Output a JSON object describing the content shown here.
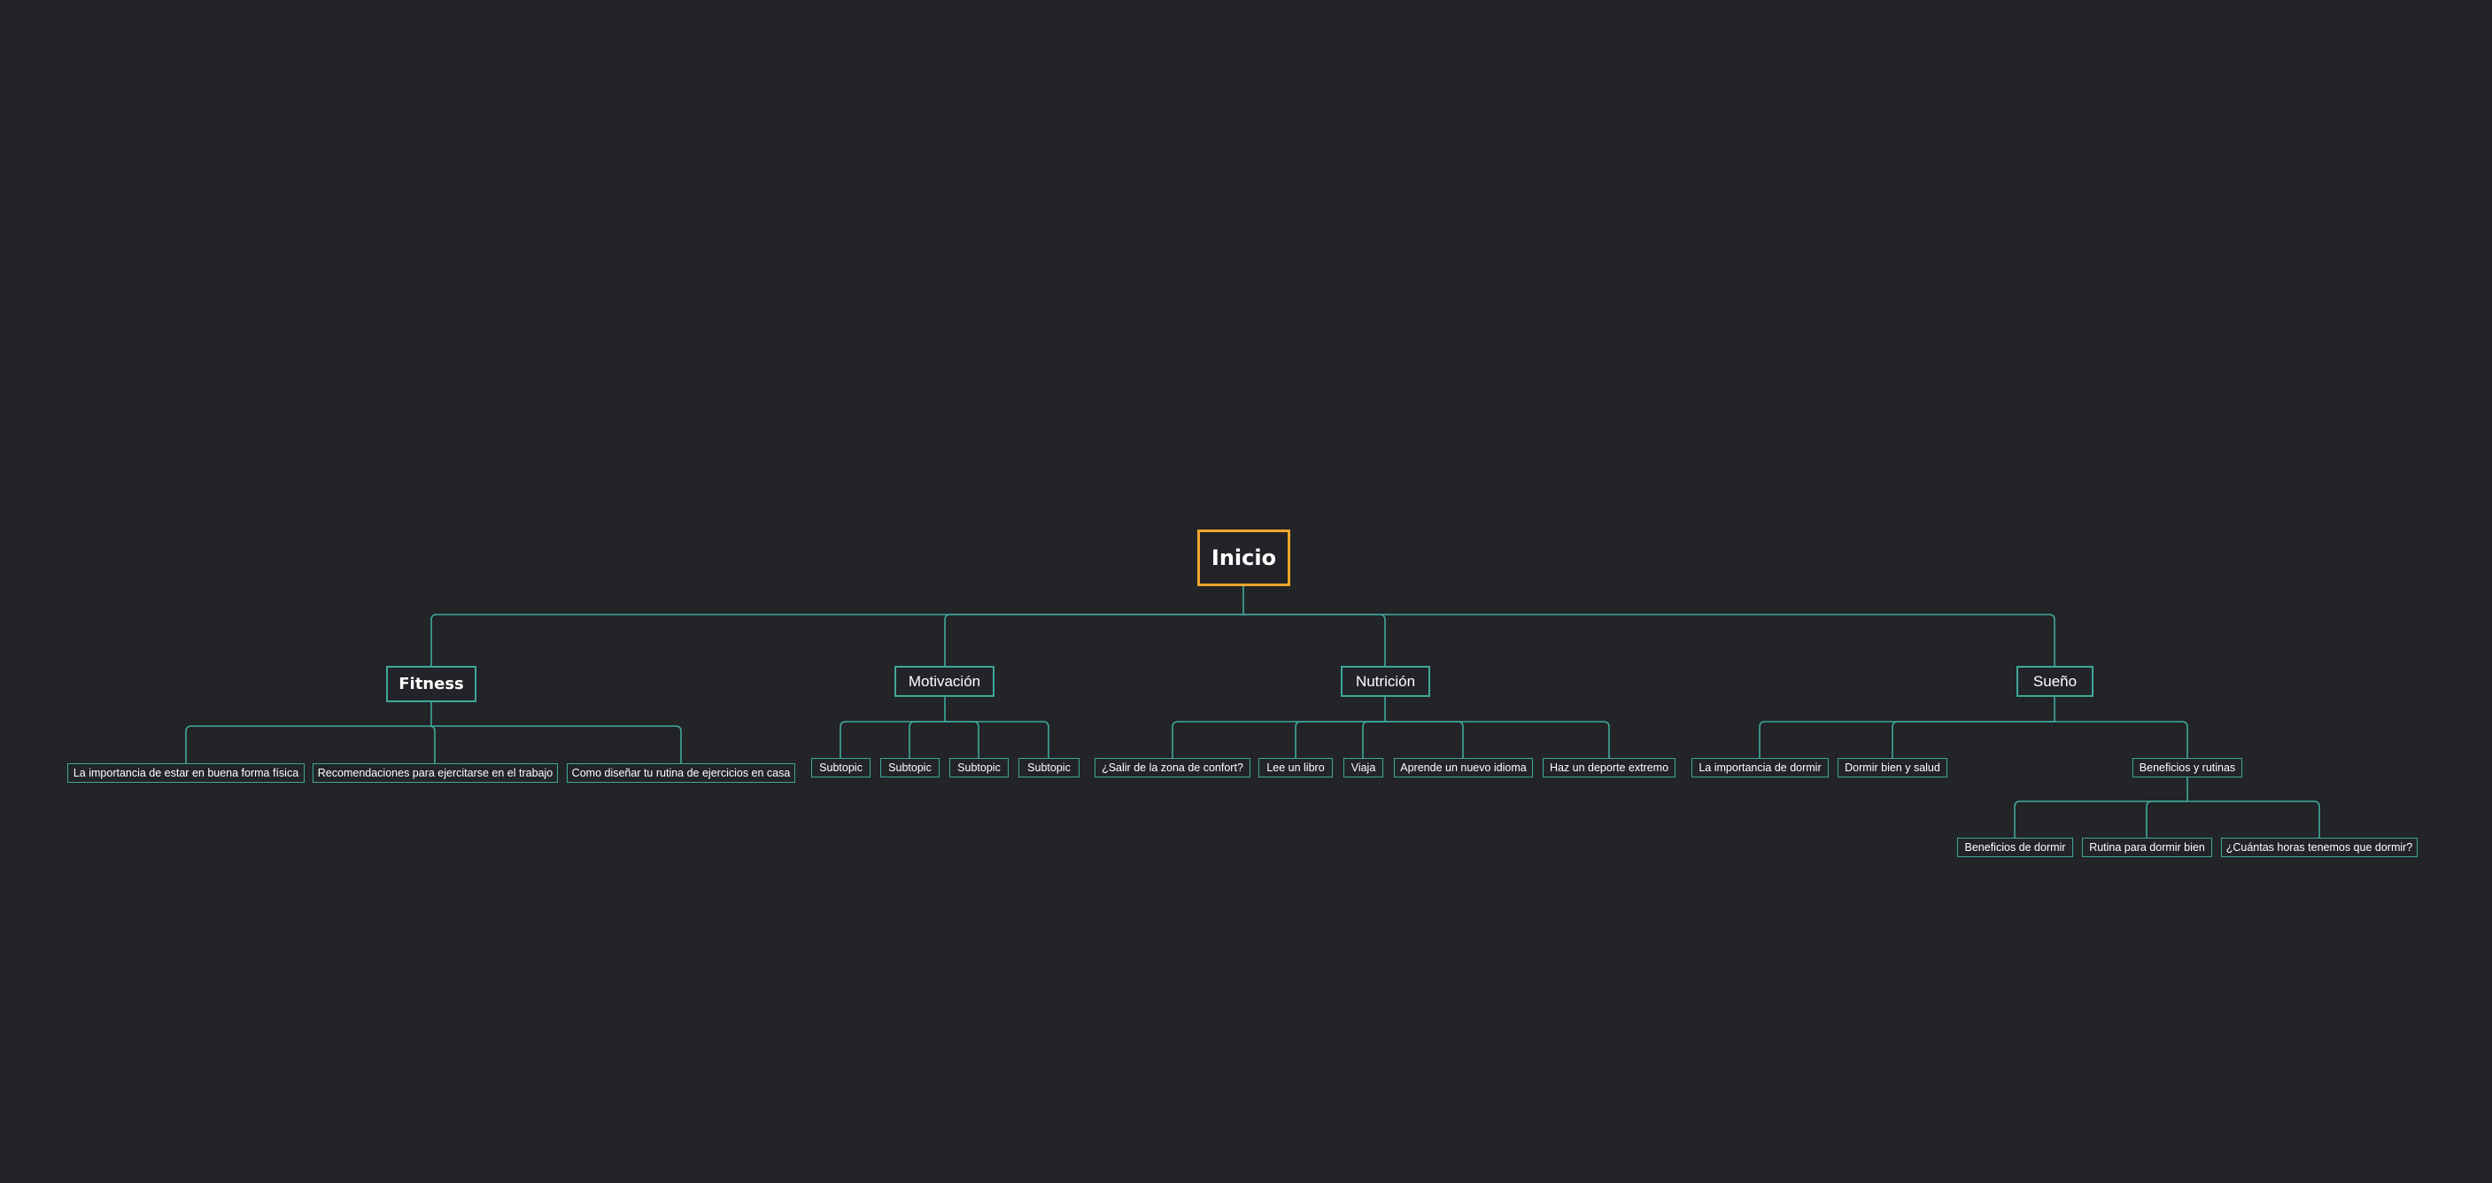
{
  "mindmap": {
    "root": {
      "label": "Inicio"
    },
    "branches": [
      {
        "label": "Fitness",
        "children": [
          {
            "label": "La importancia de estar en buena forma física"
          },
          {
            "label": "Recomendaciones para ejercitarse en el trabajo"
          },
          {
            "label": "Como diseñar tu rutina de ejercicios en casa"
          }
        ]
      },
      {
        "label": "Motivación",
        "children": [
          {
            "label": "Subtopic"
          },
          {
            "label": "Subtopic"
          },
          {
            "label": "Subtopic"
          },
          {
            "label": "Subtopic"
          }
        ]
      },
      {
        "label": "Nutrición",
        "children": [
          {
            "label": "¿Salir de la zona de confort?"
          },
          {
            "label": "Lee un libro"
          },
          {
            "label": "Viaja"
          },
          {
            "label": "Aprende un nuevo idioma"
          },
          {
            "label": "Haz un deporte extremo"
          }
        ]
      },
      {
        "label": "Sueño",
        "children": [
          {
            "label": "La importancia de dormir"
          },
          {
            "label": "Dormir bien y salud"
          },
          {
            "label": "Beneficios y rutinas",
            "children": [
              {
                "label": "Beneficios de dormir"
              },
              {
                "label": "Rutina para dormir bien"
              },
              {
                "label": "¿Cuántas horas tenemos que dormir?"
              }
            ]
          }
        ]
      }
    ]
  },
  "colors": {
    "background": "#222428",
    "connector": "#3fa898",
    "node_border": "#3fa898",
    "root_border": "#f2a52b",
    "text": "#ffffff"
  }
}
